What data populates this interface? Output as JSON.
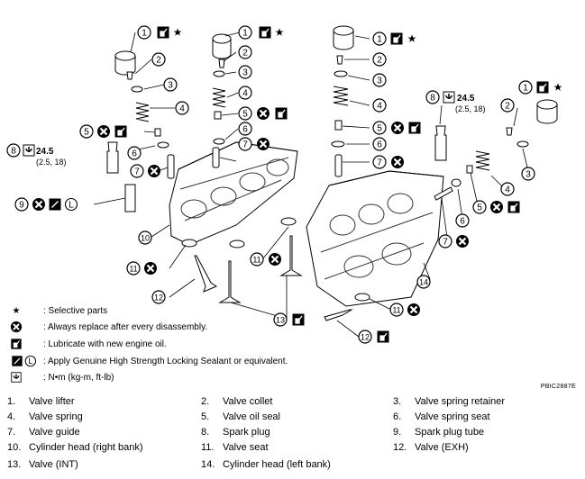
{
  "torque": {
    "value": "24.5",
    "alt": "(2.5, 18)"
  },
  "legend": [
    {
      "symbol": "star",
      "text": ": Selective parts"
    },
    {
      "symbol": "always-replace",
      "text": ": Always replace after every disassembly."
    },
    {
      "symbol": "oil-can",
      "text": ": Lubricate with new engine oil."
    },
    {
      "symbol": "sealant",
      "text": ": Apply Genuine High Strength Locking Sealant or equivalent."
    },
    {
      "symbol": "torque-wrench",
      "text": ": N•m (kg-m, ft-lb)"
    }
  ],
  "figure_id": "PBIC2887E",
  "parts": [
    {
      "num": "1.",
      "name": "Valve lifter"
    },
    {
      "num": "2.",
      "name": "Valve collet"
    },
    {
      "num": "3.",
      "name": "Valve spring retainer"
    },
    {
      "num": "4.",
      "name": "Valve spring"
    },
    {
      "num": "5.",
      "name": "Valve oil seal"
    },
    {
      "num": "6.",
      "name": "Valve spring seat"
    },
    {
      "num": "7.",
      "name": "Valve guide"
    },
    {
      "num": "8.",
      "name": "Spark plug"
    },
    {
      "num": "9.",
      "name": "Spark plug tube"
    },
    {
      "num": "10.",
      "name": "Cylinder head (right bank)"
    },
    {
      "num": "11.",
      "name": "Valve seat"
    },
    {
      "num": "12.",
      "name": "Valve (EXH)"
    },
    {
      "num": "13.",
      "name": "Valve (INT)"
    },
    {
      "num": "14.",
      "name": "Cylinder head (left bank)"
    }
  ],
  "callouts": [
    "1",
    "2",
    "3",
    "4",
    "5",
    "6",
    "7",
    "8",
    "9",
    "10",
    "11",
    "12",
    "13",
    "14"
  ]
}
